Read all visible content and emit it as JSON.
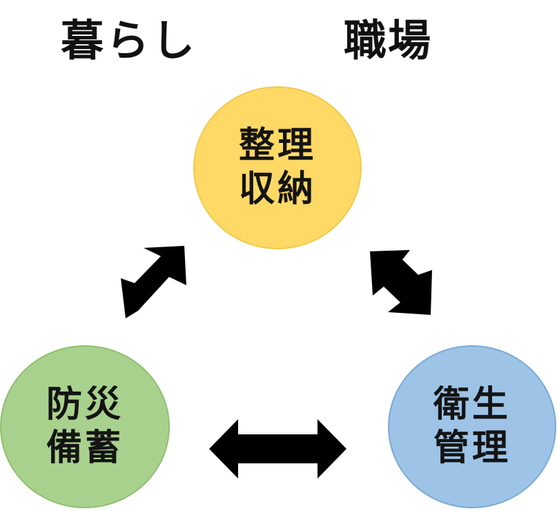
{
  "headers": {
    "left": "暮らし",
    "right": "職場"
  },
  "nodes": {
    "top": {
      "line1": "整理",
      "line2": "収納",
      "color": "#ffd966"
    },
    "left": {
      "line1": "防災",
      "line2": "備蓄",
      "color": "#a9d18e"
    },
    "right": {
      "line1": "衛生",
      "line2": "管理",
      "color": "#9dc3e6"
    }
  },
  "arrows": [
    {
      "name": "top-left-double-arrow",
      "from": "top",
      "to": "left"
    },
    {
      "name": "top-right-double-arrow",
      "from": "top",
      "to": "right"
    },
    {
      "name": "bottom-double-arrow",
      "from": "left",
      "to": "right"
    }
  ],
  "colors": {
    "arrow": "#000000",
    "text": "#141414"
  }
}
